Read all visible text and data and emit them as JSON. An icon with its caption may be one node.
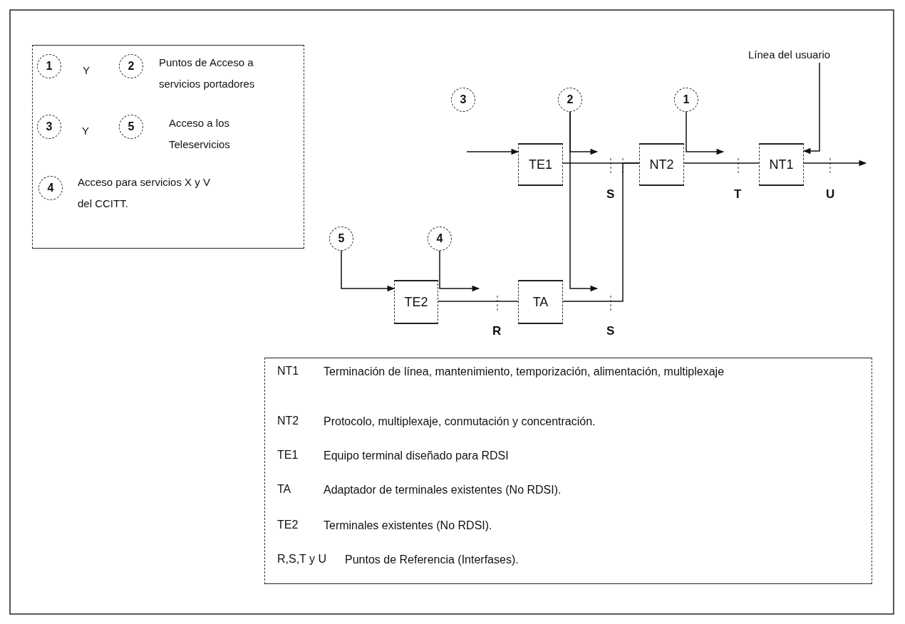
{
  "diagram": {
    "nodes": [
      {
        "text": [
          "Y",
          "Puntos de Acceso a servicios portadores",
          "Y",
          "Acceso a los Teleservicios",
          "Acceso para servicios X y V del CCITT."
        ]
      },
      {
        "text": [
          "1"
        ],
        "in": 0
      },
      {
        "text": [
          "2"
        ],
        "in": 0
      },
      {
        "text": [
          "3"
        ],
        "in": 0
      },
      {
        "text": [
          "5"
        ],
        "in": 0
      },
      {
        "text": [
          "4"
        ],
        "in": 0
      },
      {
        "text": [
          "Línea del usuario"
        ]
      },
      {
        "text": [
          "3"
        ]
      },
      {
        "text": [
          "2"
        ]
      },
      {
        "text": [
          "1"
        ]
      },
      {
        "text": [
          "TE1"
        ]
      },
      {
        "text": [
          "NT2"
        ]
      },
      {
        "text": [
          "NT1"
        ]
      },
      {
        "text": [
          "5"
        ]
      },
      {
        "text": [
          "4"
        ]
      },
      {
        "text": [
          "TE2"
        ]
      },
      {
        "text": [
          "TA"
        ]
      },
      {
        "text": [
          "NT1",
          "Terminación de línea, mantenimiento, temporización, alimentación, multiplexaje",
          "NT2",
          "Protocolo, multiplexaje, conmutación y concentración.",
          "TE1",
          "Equipo terminal diseñado para RDSI",
          "TA",
          "Adaptador de terminales existentes (No RDSI).",
          "TE2",
          "Terminales existentes (No RDSI).",
          "R,S,T y U",
          "Puntos de Referencia (Interfases)."
        ]
      }
    ],
    "edges": [
      {
        "from": null,
        "to": 10,
        "arrow": "to"
      },
      {
        "from": 8,
        "to": null,
        "arrow": "to"
      },
      {
        "from": 8,
        "to": null,
        "arrow": "to"
      },
      {
        "from": 10,
        "to": 11,
        "arrow": "none"
      },
      {
        "from": 9,
        "to": null,
        "arrow": "to"
      },
      {
        "from": 11,
        "to": 12,
        "arrow": "none"
      },
      {
        "from": 12,
        "to": null,
        "arrow": "to"
      },
      {
        "from": 6,
        "to": 12,
        "arrow": "to"
      },
      {
        "from": 13,
        "to": 15,
        "arrow": "to"
      },
      {
        "from": 14,
        "to": null,
        "arrow": "to"
      },
      {
        "from": 15,
        "to": 16,
        "arrow": "none"
      },
      {
        "from": 16,
        "to": 11,
        "arrow": "none"
      }
    ],
    "labels": [
      "S",
      "T",
      "U",
      "R",
      "S"
    ]
  }
}
